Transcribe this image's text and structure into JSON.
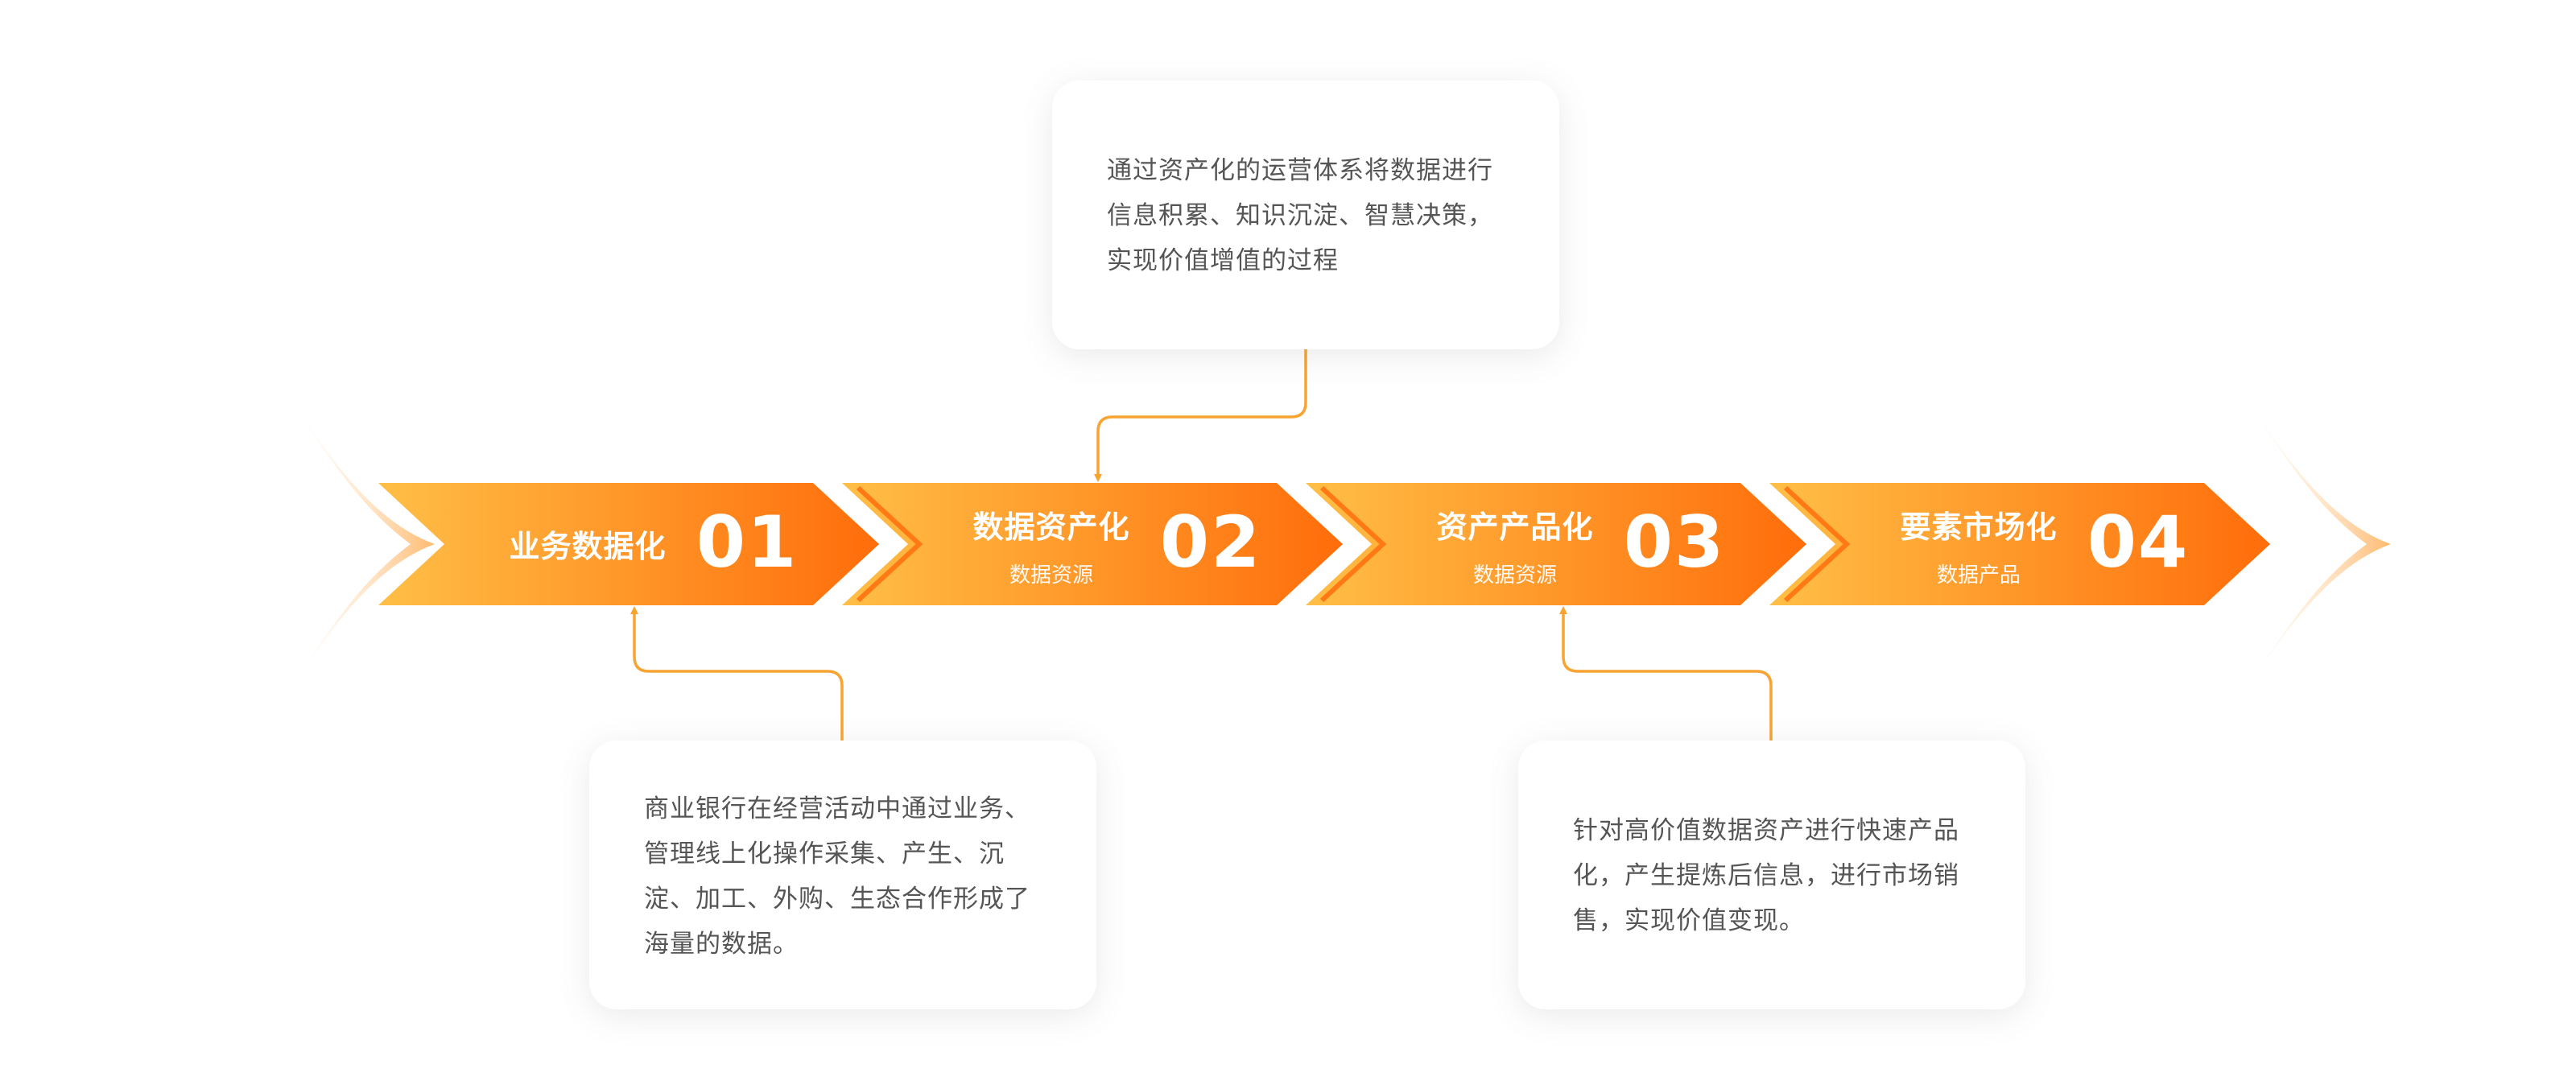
{
  "colors": {
    "arrow_start": "#ffbf47",
    "arrow_end": "#ff6d0a",
    "connector": "#f7a432",
    "card_text": "#555555",
    "label_text": "#ffffff"
  },
  "steps": [
    {
      "title": "业务数据化",
      "subtitle": "",
      "number": "01"
    },
    {
      "title": "数据资产化",
      "subtitle": "数据资源",
      "number": "02"
    },
    {
      "title": "资产产品化",
      "subtitle": "数据资源",
      "number": "03"
    },
    {
      "title": "要素市场化",
      "subtitle": "数据产品",
      "number": "04"
    }
  ],
  "cards": {
    "step01": {
      "lines": [
        "商业银行在经营活动中通过业务、",
        "管理线上化操作采集、产生、沉",
        "淀、加工、外购、生态合作形成了",
        "海量的数据。"
      ]
    },
    "step02": {
      "lines": [
        "通过资产化的运营体系将数据进行",
        "信息积累、知识沉淀、智慧决策，",
        "实现价值增值的过程"
      ]
    },
    "step03": {
      "lines": [
        "针对高价值数据资产进行快速产品",
        "化，产生提炼后信息，进行市场销",
        "售，实现价值变现。"
      ]
    }
  }
}
